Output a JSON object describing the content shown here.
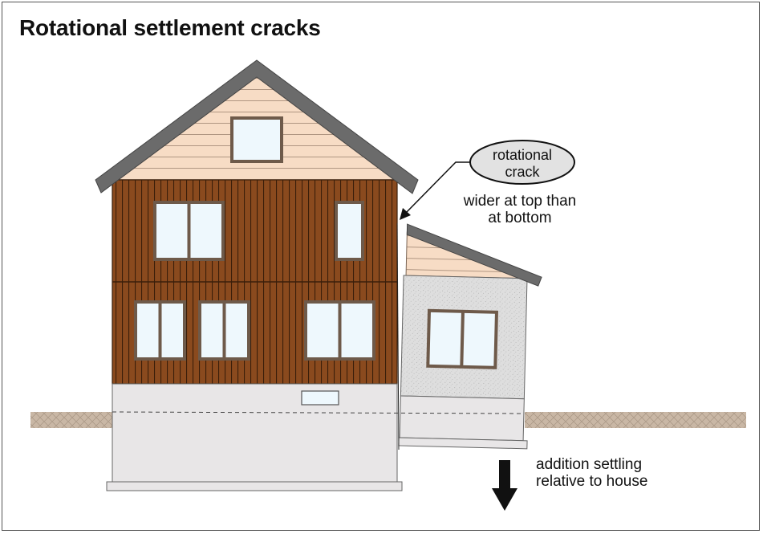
{
  "title": "Rotational settlement cracks",
  "callout": {
    "bubble_line1": "rotational",
    "bubble_line2": "crack",
    "note_line1": "wider at top than",
    "note_line2": "at bottom"
  },
  "settling_note": {
    "line1": "addition settling",
    "line2": "relative to house"
  },
  "colors": {
    "siding_brown": "#8a4a1e",
    "roof_gray": "#6b6b6b",
    "gable_peach": "#f6dcc6",
    "foundation": "#e8e6e7",
    "stucco": "#dcdcdc",
    "window_glass": "#eef8fd",
    "window_frame": "#6e5a4a",
    "ground": "#c8b8a8"
  }
}
